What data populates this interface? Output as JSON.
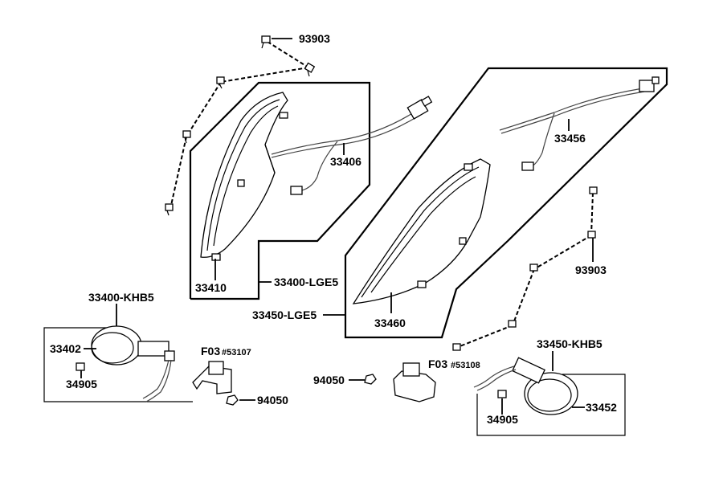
{
  "labels": {
    "top_screw_left": "93903",
    "right_screw": "93903",
    "harness_left": "33406",
    "harness_right": "33456",
    "lens_left": "33410",
    "assy_left_lge5": "33400-LGE5",
    "assy_right_lge5": "33450-LGE5",
    "lens_right": "33460",
    "assy_left_khb5": "33400-KHB5",
    "lamp_left": "33402",
    "bulb_left": "34905",
    "bracket_left_code": "F03",
    "bracket_left_ref": "#53107",
    "nut_left": "94050",
    "nut_right": "94050",
    "bracket_right_code": "F03",
    "bracket_right_ref": "#53108",
    "assy_right_khb5": "33450-KHB5",
    "lamp_right": "33452",
    "bulb_right": "34905"
  }
}
